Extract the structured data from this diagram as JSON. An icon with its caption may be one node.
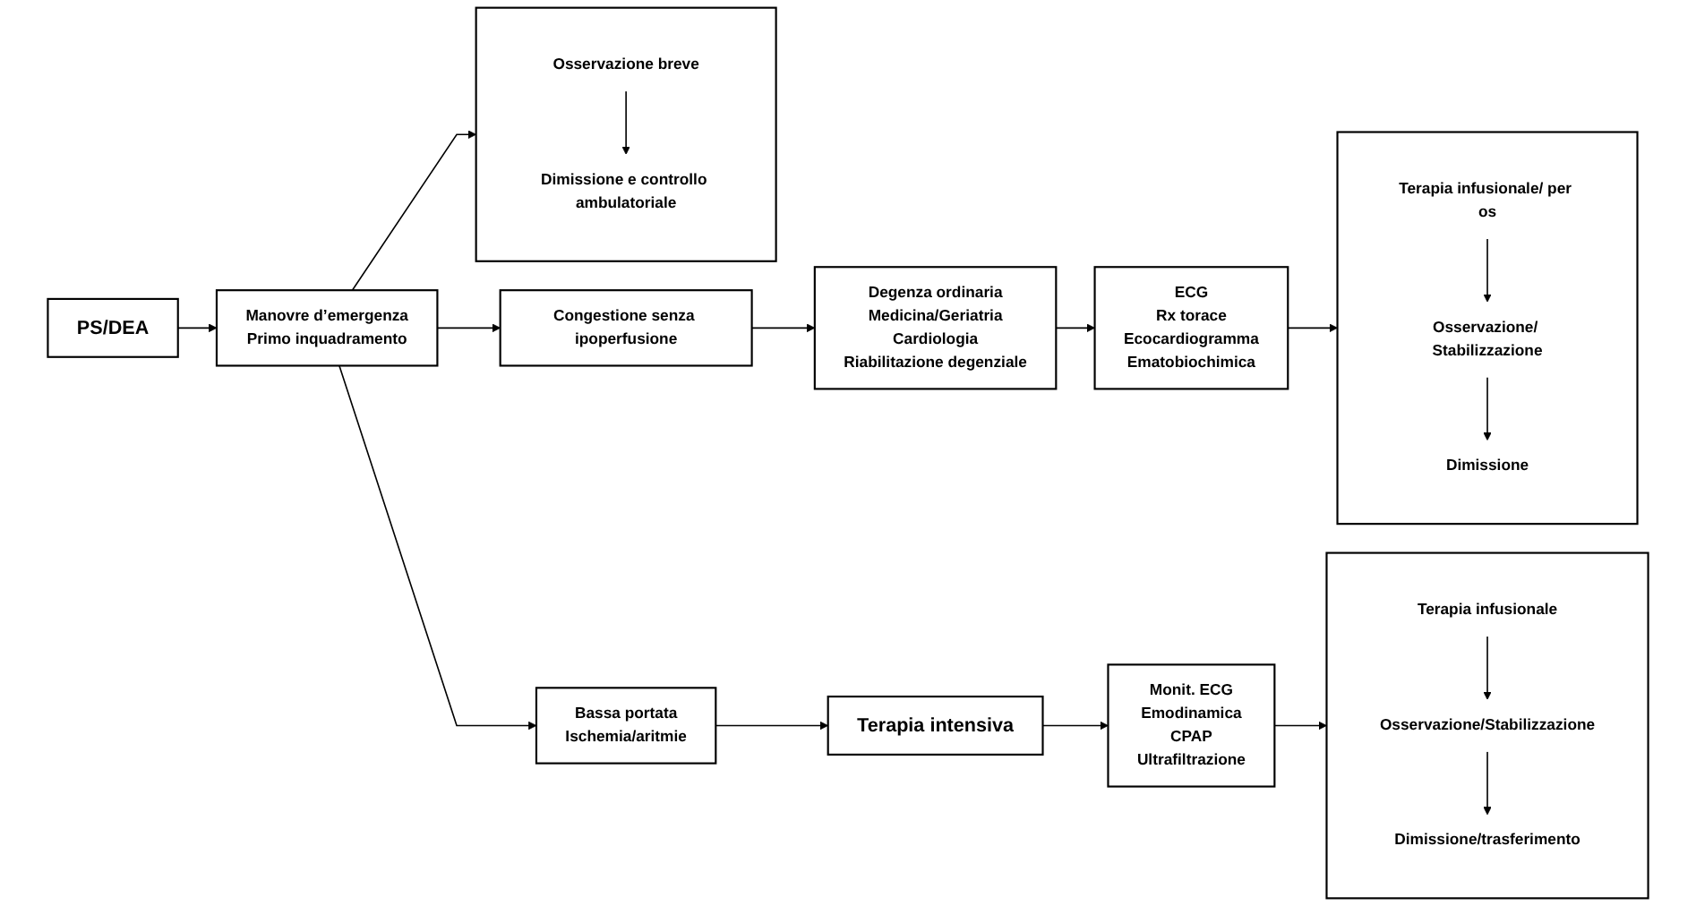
{
  "diagram": {
    "nodes": [
      {
        "text": [
          "Congestione senza ipoperfusione"
        ]
      },
      {
        "text": [
          "Degenza ordinaria",
          "Medicina/Geriatria",
          "Cardiologia",
          "Riabilitazione degenziale"
        ]
      },
      {
        "text": [
          "ECG",
          "Rx torace",
          "Ecocardiogramma",
          "Ematobiochimica"
        ]
      },
      {
        "text": [],
        "shape": "box"
      },
      {
        "text": [
          "Terapia infusionale/ per os"
        ],
        "in": 3
      },
      {
        "text": [
          "Osservazione/ Stabilizzazione"
        ],
        "in": 3
      },
      {
        "text": [
          "Dimissione"
        ],
        "in": 3
      },
      {
        "text": [
          "PS/DEA"
        ]
      },
      {
        "text": [
          "Manovre d’emergenza",
          "Primo inquadramento"
        ]
      },
      {
        "text": [],
        "shape": "box"
      },
      {
        "text": [
          "Osservazione breve"
        ],
        "in": 9
      },
      {
        "text": [
          "Dimissione e controllo ambulatoriale"
        ],
        "in": 9
      },
      {
        "text": [
          "Bassa portata",
          "Ischemia/aritmie"
        ]
      },
      {
        "text": [
          "Terapia intensiva"
        ]
      },
      {
        "text": [
          "Monit. ECG",
          "Emodinamica",
          "CPAP",
          "Ultrafiltrazione"
        ]
      },
      {
        "text": [],
        "shape": "box"
      },
      {
        "text": [
          "Terapia infusionale"
        ],
        "in": 15
      },
      {
        "text": [
          "Osservazione/Stabilizzazione"
        ],
        "in": 15
      },
      {
        "text": [
          "Dimissione/trasferimento"
        ],
        "in": 15
      }
    ],
    "edges": [
      {
        "from": 0,
        "to": 1,
        "arrow": "to"
      },
      {
        "from": 1,
        "to": 2,
        "arrow": "to"
      },
      {
        "from": 2,
        "to": 3,
        "arrow": "to"
      },
      {
        "from": 4,
        "to": 5,
        "arrow": "to"
      },
      {
        "from": 5,
        "to": 6,
        "arrow": "to"
      },
      {
        "from": 7,
        "to": 8,
        "arrow": "to"
      },
      {
        "from": 8,
        "to": 0,
        "arrow": "to"
      },
      {
        "from": 8,
        "to": 9,
        "arrow": "to"
      },
      {
        "from": 10,
        "to": 11,
        "arrow": "to"
      },
      {
        "from": 8,
        "to": 12,
        "arrow": "to"
      },
      {
        "from": 12,
        "to": 13,
        "arrow": "to"
      },
      {
        "from": 13,
        "to": 14,
        "arrow": "to"
      },
      {
        "from": 14,
        "to": 15,
        "arrow": "to"
      },
      {
        "from": 16,
        "to": 17,
        "arrow": "to"
      },
      {
        "from": 17,
        "to": 18,
        "arrow": "to"
      }
    ]
  }
}
